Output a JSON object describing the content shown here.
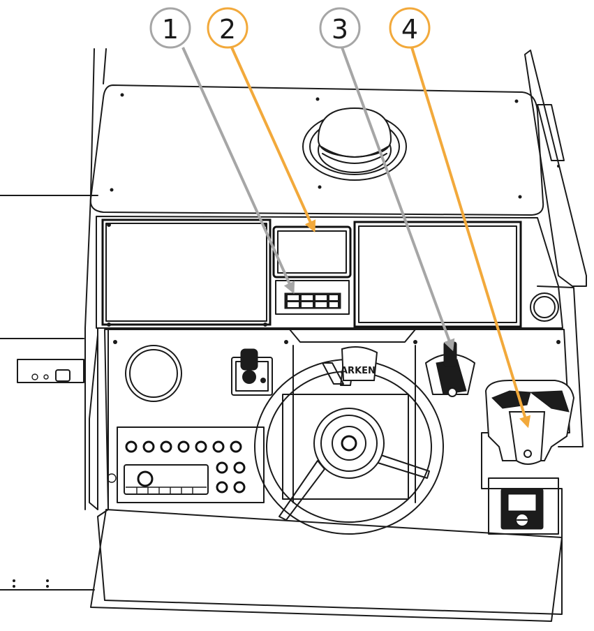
{
  "colors": {
    "line": "#1a1a1a",
    "callout_gray": "#a6a6a6",
    "callout_orange": "#f2a93b"
  },
  "wheel_logo": "ARKEN",
  "callouts": [
    {
      "label": "1",
      "color": "gray"
    },
    {
      "label": "2",
      "color": "orange"
    },
    {
      "label": "3",
      "color": "gray"
    },
    {
      "label": "4",
      "color": "orange"
    }
  ]
}
